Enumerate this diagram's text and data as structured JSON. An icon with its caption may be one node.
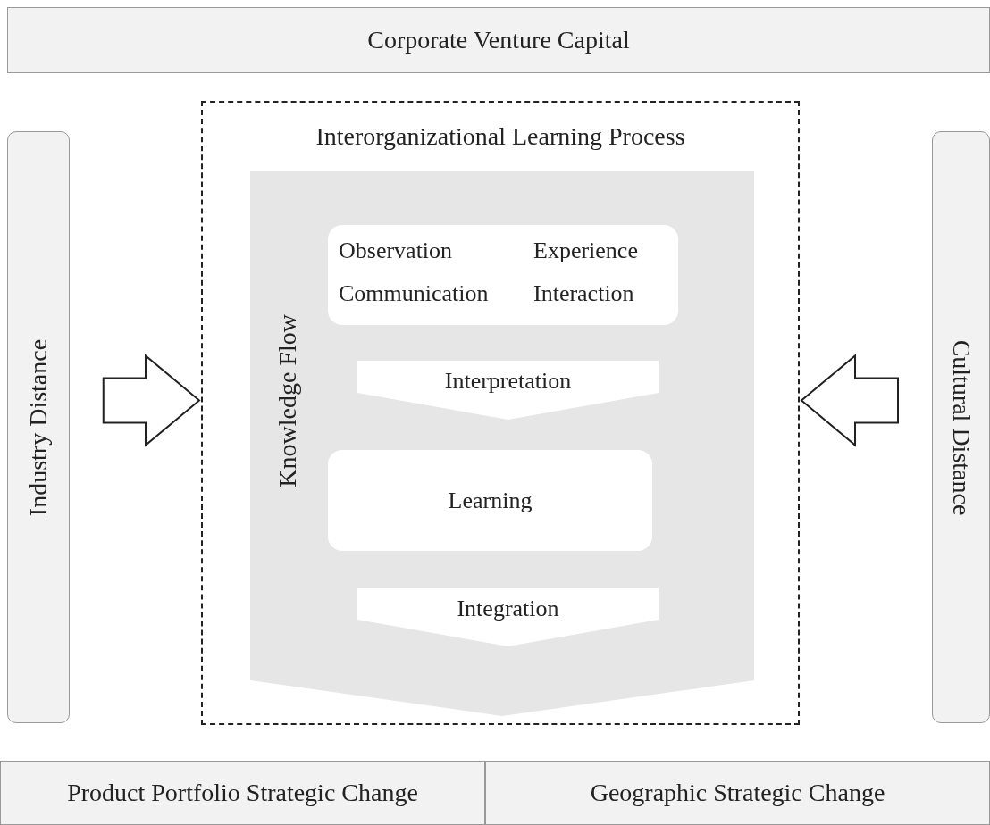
{
  "diagram": {
    "nodes": [
      {
        "text": [
          "Corporate Venture Capital"
        ]
      },
      {
        "text": [
          "Industry Distance"
        ]
      },
      {
        "text": [
          "Interorganizational Learning Process"
        ]
      },
      {
        "text": [
          "Knowledge Flow"
        ],
        "in": 2
      },
      {
        "text": [
          "Observation",
          "Experience",
          "Communication",
          "Interaction"
        ],
        "in": 3
      },
      {
        "text": [
          "Interpretation"
        ],
        "in": 3
      },
      {
        "text": [
          "Learning"
        ],
        "in": 3
      },
      {
        "text": [
          "Integration"
        ],
        "in": 3
      },
      {
        "text": [
          "Cultural Distance"
        ]
      },
      {
        "text": [
          "Product Portfolio Strategic Change"
        ]
      },
      {
        "text": [
          "Geographic Strategic Change"
        ]
      }
    ],
    "edges": [
      {
        "from": 1,
        "to": 2,
        "arrow": "to"
      },
      {
        "from": 8,
        "to": 2,
        "arrow": "to"
      }
    ]
  }
}
